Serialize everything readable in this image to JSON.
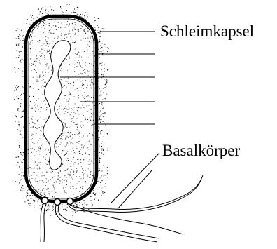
{
  "diagram": {
    "labels": {
      "capsule": "Schleimkapsel",
      "basal_body": "Basalkörper"
    },
    "colors": {
      "ink": "#000000",
      "background": "#ffffff",
      "stipple": "#1a1a1a"
    },
    "structures": {
      "cell_wall": "thick-outline",
      "slime_capsule": "stippled-halo",
      "cytoplasm": "stippled-fill",
      "nucleoid": "wavy-outline",
      "flagella": 3
    }
  }
}
